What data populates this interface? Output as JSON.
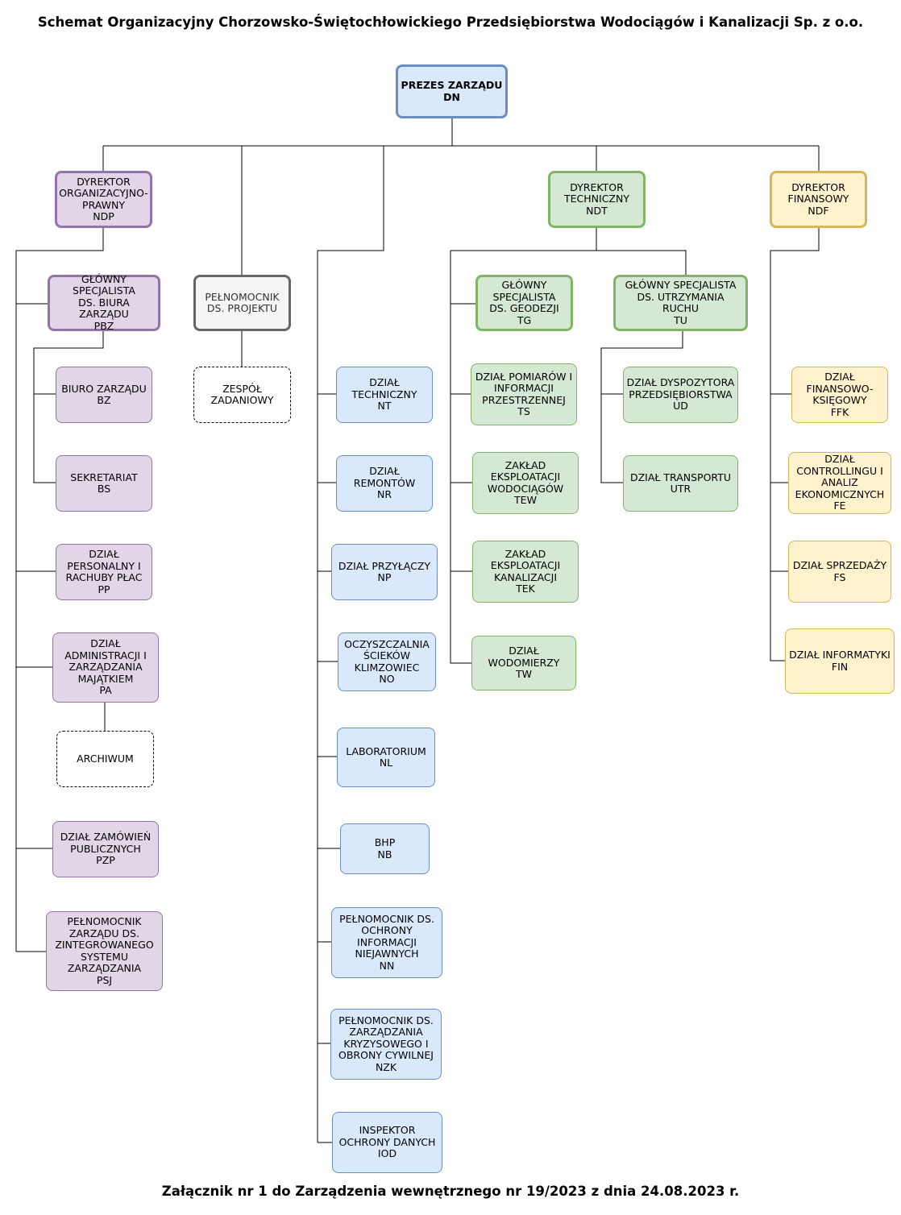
{
  "title": "Schemat Organizacyjny Chorzowsko-Świętochłowickiego Przedsiębiorstwa Wodociągów i Kanalizacji Sp. z o.o.",
  "footer": "Załącznik nr 1 do Zarządzenia wewnętrznego nr 19/2023 z dnia 24.08.2023 r.",
  "colors": {
    "blue_fill": "#dae8fc",
    "blue_border": "#6c8ebf",
    "purple_fill": "#e1d5e7",
    "purple_border": "#9673a6",
    "green_fill": "#d5e8d4",
    "green_border": "#82b366",
    "yellow_fill": "#fff2cc",
    "yellow_border": "#d6b656",
    "gray_fill": "#f5f5f5",
    "gray_border": "#666666"
  },
  "nodes": {
    "dn": {
      "label": "PREZES ZARZĄDU\nDN"
    },
    "ndp": {
      "label": "DYREKTOR\nORGANIZACYJNO-\nPRAWNY\nNDP"
    },
    "ndt": {
      "label": "DYREKTOR\nTECHNICZNY\nNDT"
    },
    "ndf": {
      "label": "DYREKTOR\nFINANSOWY\nNDF"
    },
    "pbz": {
      "label": "GŁÓWNY\nSPECJALISTA\nDS. BIURA ZARZĄDU\nPBZ"
    },
    "pdp": {
      "label": "PEŁNOMOCNIK\nDS. PROJEKTU"
    },
    "zz": {
      "label": "ZESPÓŁ\nZADANIOWY"
    },
    "bz": {
      "label": "BIURO ZARZĄDU\nBZ"
    },
    "bs": {
      "label": "SEKRETARIAT\nBS"
    },
    "pp": {
      "label": "DZIAŁ\nPERSONALNY I\nRACHUBY PŁAC\nPP"
    },
    "pa": {
      "label": "DZIAŁ\nADMINISTRACJI I\nZARZĄDZANIA\nMAJĄTKIEM\nPA"
    },
    "arch": {
      "label": "ARCHIWUM"
    },
    "pzp": {
      "label": "DZIAŁ ZAMÓWIEŃ\nPUBLICZNYCH\nPZP"
    },
    "psj": {
      "label": "PEŁNOMOCNIK\nZARZĄDU DS.\nZINTEGROWANEGO\nSYSTEMU\nZARZĄDZANIA\nPSJ"
    },
    "nt": {
      "label": "DZIAŁ\nTECHNICZNY\nNT"
    },
    "nr": {
      "label": "DZIAŁ\nREMONTÓW\nNR"
    },
    "np": {
      "label": "DZIAŁ PRZYŁĄCZY\nNP"
    },
    "no": {
      "label": "OCZYSZCZALNIA\nŚCIEKÓW\nKLIMZOWIEC\nNO"
    },
    "nl": {
      "label": "LABORATORIUM\nNL"
    },
    "nb": {
      "label": "BHP\nNB"
    },
    "nn": {
      "label": "PEŁNOMOCNIK DS.\nOCHRONY\nINFORMACJI\nNIEJAWNYCH\nNN"
    },
    "nzk": {
      "label": "PEŁNOMOCNIK DS.\nZARZĄDZANIA\nKRYZYSOWEGO I\nOBRONY CYWILNEJ\nNZK"
    },
    "iod": {
      "label": "INSPEKTOR\nOCHRONY DANYCH\nIOD"
    },
    "tg": {
      "label": "GŁÓWNY\nSPECJALISTA\nDS. GEODEZJI\nTG"
    },
    "tu": {
      "label": "GŁÓWNY SPECJALISTA\nDS. UTRZYMANIA RUCHU\nTU"
    },
    "ts": {
      "label": "DZIAŁ POMIARÓW I\nINFORMACJI\nPRZESTRZENNEJ\nTS"
    },
    "tew": {
      "label": "ZAKŁAD\nEKSPLOATACJI\nWODOCIĄGÓW\nTEW"
    },
    "tek": {
      "label": "ZAKŁAD\nEKSPLOATACJI\nKANALIZACJI\nTEK"
    },
    "tw": {
      "label": "DZIAŁ\nWODOMIERZY\nTW"
    },
    "ud": {
      "label": "DZIAŁ DYSPOZYTORA\nPRZEDSIĘBIORSTWA\nUD"
    },
    "utr": {
      "label": "DZIAŁ TRANSPORTU\nUTR"
    },
    "ffk": {
      "label": "DZIAŁ\nFINANSOWO-\nKSIĘGOWY\nFFK"
    },
    "fe": {
      "label": "DZIAŁ\nCONTROLLINGU I\nANALIZ\nEKONOMICZNYCH\nFE"
    },
    "fs": {
      "label": "DZIAŁ SPRZEDAŻY\nFS"
    },
    "fin": {
      "label": "DZIAŁ INFORMATYKI\nFIN"
    }
  }
}
